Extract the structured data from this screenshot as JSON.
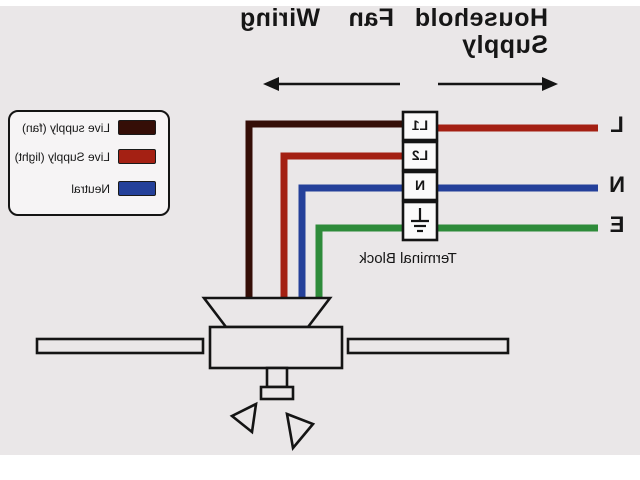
{
  "header": {
    "household": "Household",
    "supply": "Supply",
    "fan": "Fan",
    "wiring": "Wiring"
  },
  "legend": {
    "items": [
      {
        "label": "Live supply (fan)",
        "color": "#350e07"
      },
      {
        "label": "Live Supply (light)",
        "color": "#a42013"
      },
      {
        "label": "Neutral",
        "color": "#24409a"
      }
    ]
  },
  "terminal_block": {
    "caption": "Terminal Block",
    "terminals": [
      "L1",
      "L2",
      "N"
    ]
  },
  "supply_lines": [
    {
      "label": "L",
      "color": "#a42013"
    },
    {
      "label": "N",
      "color": "#24409a"
    },
    {
      "label": "E",
      "color": "#2e8b3a"
    }
  ],
  "colors": {
    "fan_live": "#350e07",
    "light_live": "#a42013",
    "neutral": "#24409a",
    "earth": "#2e8b3a",
    "outline": "#141414",
    "background": "#eae7e8"
  }
}
